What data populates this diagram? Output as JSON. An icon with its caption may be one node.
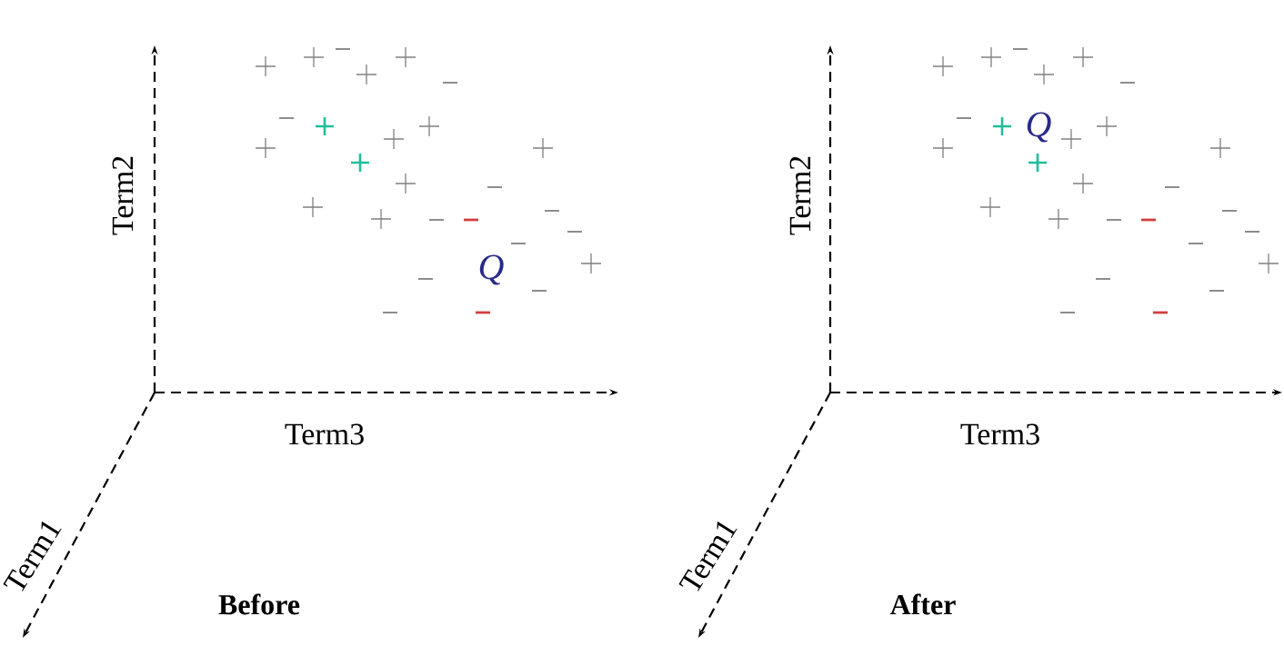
{
  "diagram": {
    "labels": [
      "Q",
      "Term2",
      "Term3",
      "Term1",
      "Before",
      "Q",
      "Term2",
      "Term3",
      "Term1",
      "After"
    ]
  }
}
